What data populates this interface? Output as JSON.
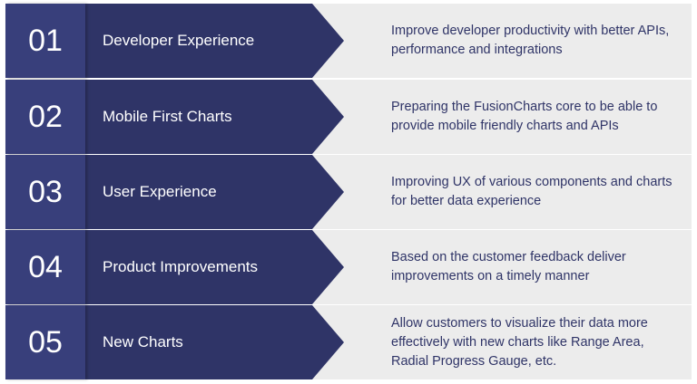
{
  "colors": {
    "number_box": "#383f7b",
    "band": "#2f3467",
    "description_bg": "#ececec",
    "description_text": "#2f3467",
    "title_text": "#ffffff"
  },
  "items": [
    {
      "number": "01",
      "title": "Developer Experience",
      "description": "Improve developer productivity with better APIs, performance and integrations"
    },
    {
      "number": "02",
      "title": "Mobile First Charts",
      "description": "Preparing the FusionCharts core to be able to provide mobile friendly charts and APIs"
    },
    {
      "number": "03",
      "title": "User Experience",
      "description": "Improving UX of various components and charts for better data experience"
    },
    {
      "number": "04",
      "title": "Product Improvements",
      "description": "Based on the customer feedback deliver improvements on a timely manner"
    },
    {
      "number": "05",
      "title": "New Charts",
      "description": "Allow customers to visualize their data more effectively with new charts like Range Area, Radial Progress Gauge, etc."
    }
  ]
}
